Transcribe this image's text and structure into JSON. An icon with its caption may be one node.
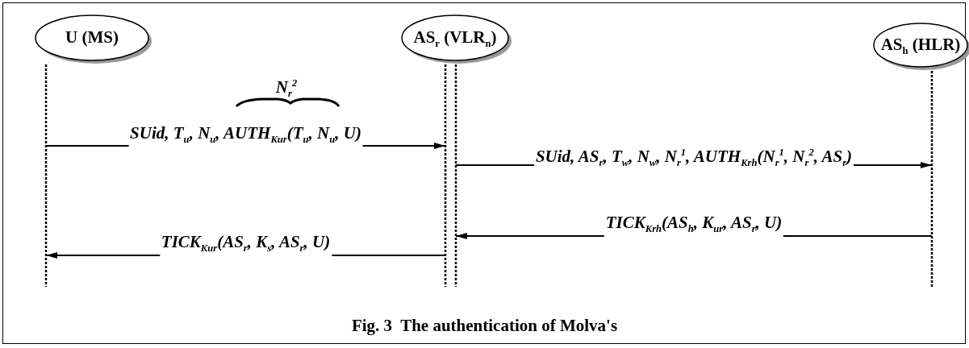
{
  "diagram": {
    "caption": "Fig. 3  The authentication of Molva's",
    "nodes": [
      {
        "text": [
          "U (MS)"
        ]
      },
      {
        "text": [
          "AS$_{r}$ (VLR$_{n}$)"
        ]
      },
      {
        "text": [
          "AS$_{h}$ (HLR)"
        ]
      }
    ],
    "edges": [
      {
        "from": 0,
        "to": 1,
        "arrow": "to",
        "label": "SUid, T$_{u}$, N$_{u}$, AUTH$_{Kur}$(T$_{u}$, N$_{u}$, U)"
      },
      {
        "from": 1,
        "to": 2,
        "arrow": "to",
        "label": "SUid, AS$_{r}$, T$_{w}$, N$_{w}$, N$_{r}$$^{1}$, AUTH$_{Krh}$(N$_{r}$$^{1}$, N$_{r}$$^{2}$, AS$_{r}$)"
      },
      {
        "from": 2,
        "to": 1,
        "arrow": "to",
        "label": "TICK$_{Krh}$(AS$_{h}$, K$_{ur}$, AS$_{r}$, U)"
      },
      {
        "from": 1,
        "to": 0,
        "arrow": "to",
        "label": "TICK$_{Kur}$(AS$_{r}$, K$_{s}$, AS$_{r}$, U)"
      }
    ],
    "labels": [
      "N$_{r}$$^{2}$"
    ]
  }
}
